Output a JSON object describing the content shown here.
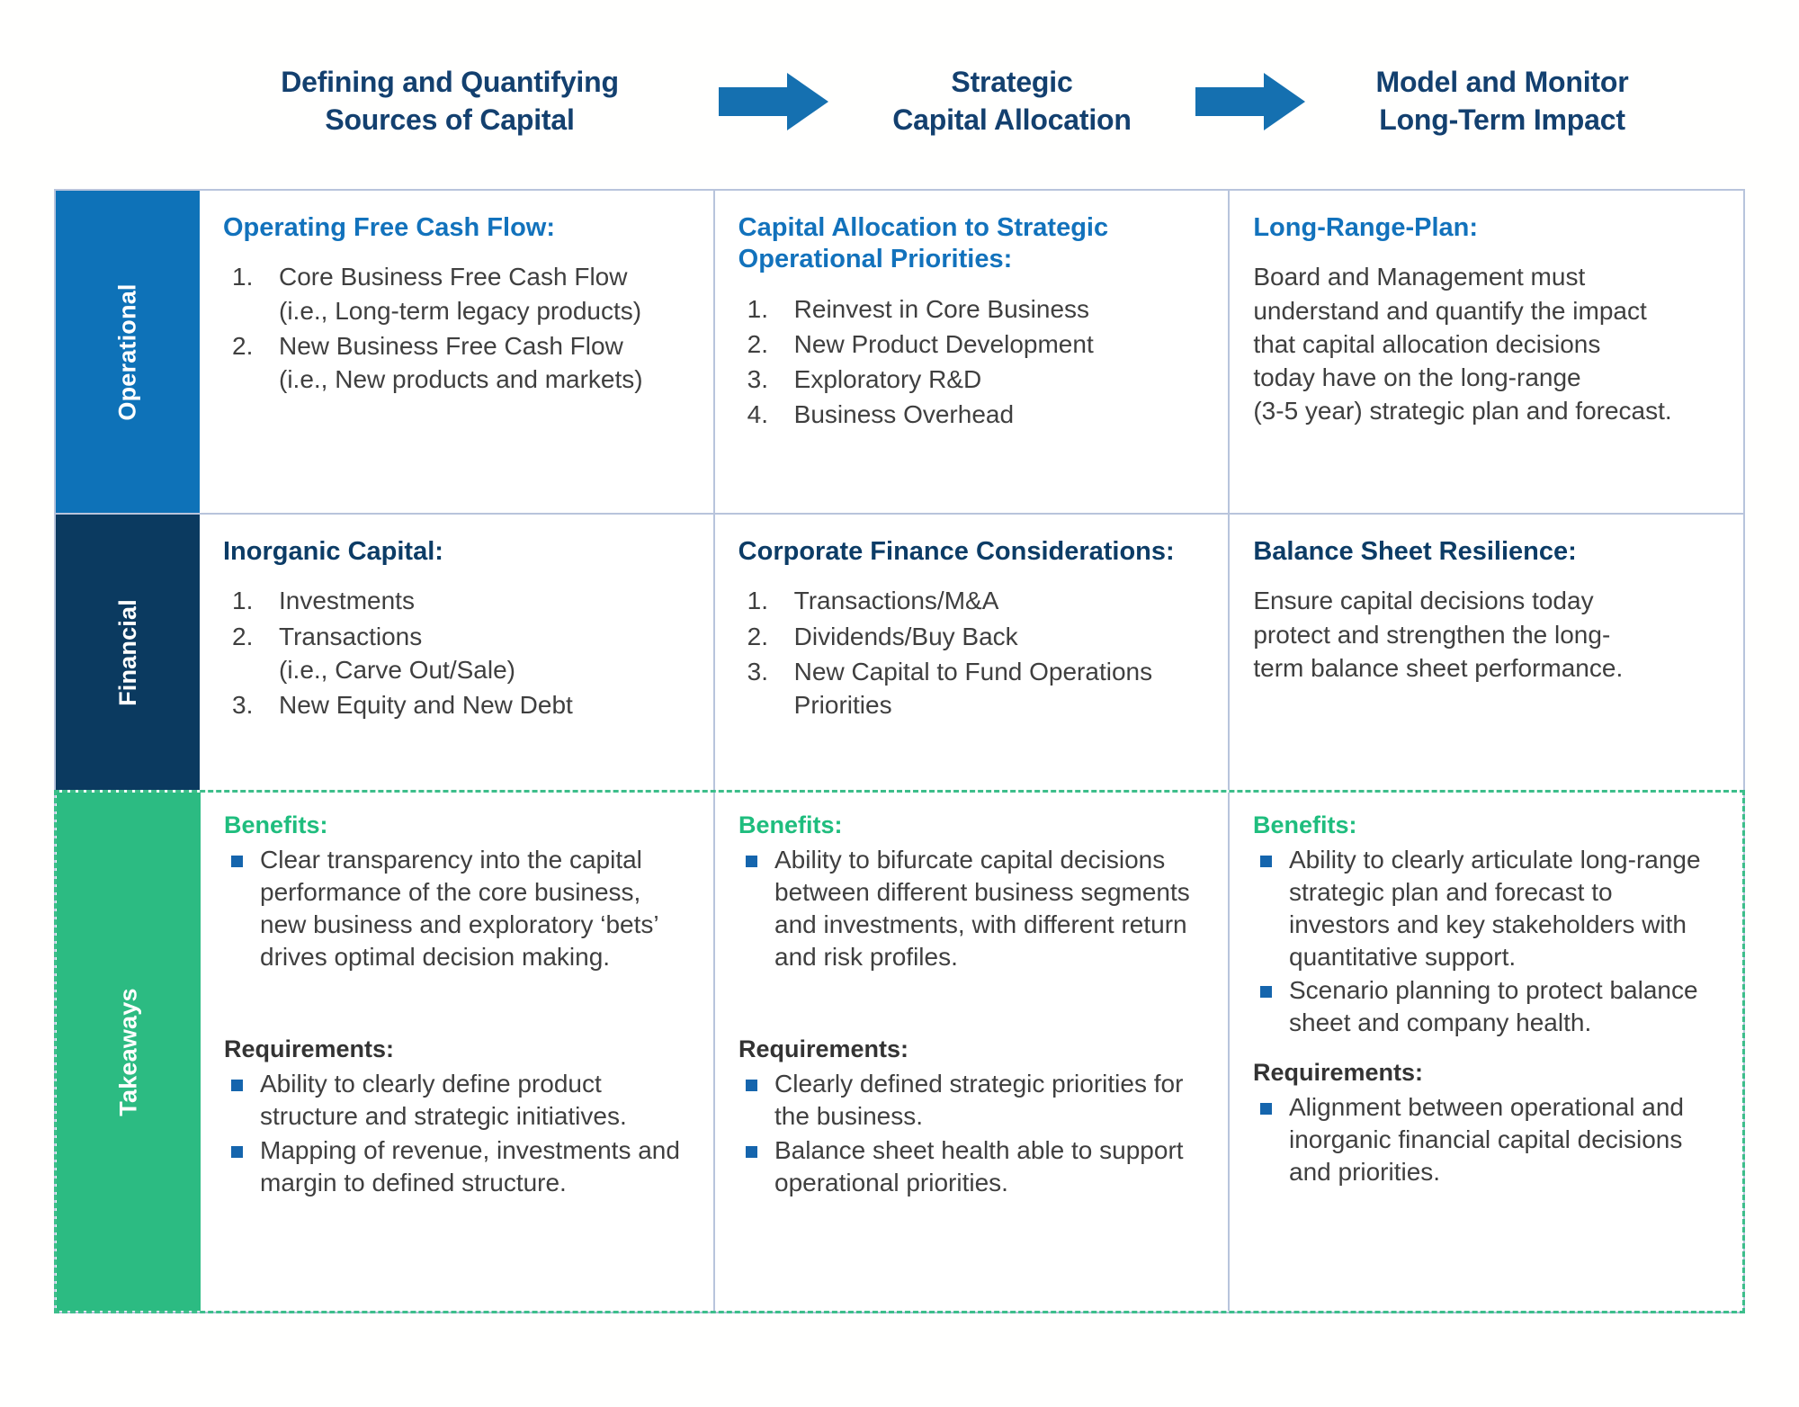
{
  "colors": {
    "header_title": "#13406F",
    "arrow": "#1570B0",
    "row_operational": "#0E72B8",
    "row_financial": "#0B3A60",
    "row_takeaways": "#2CBB82",
    "heading_blue": "#1272BC",
    "heading_navy": "#0C3C66",
    "benefits_green": "#1FBD7E",
    "bullet_square": "#1565AD",
    "table_border": "#B8C4DC",
    "body_text": "#3F3F3F"
  },
  "header": {
    "steps": [
      {
        "title": "Defining and Quantifying\nSources of Capital"
      },
      {
        "title": "Strategic\nCapital Allocation"
      },
      {
        "title": "Model and Monitor\nLong-Term Impact"
      }
    ],
    "arrow_icon": "arrow-right-icon"
  },
  "rows": [
    {
      "label": "Operational",
      "cells": [
        {
          "heading": "Operating Free Cash Flow:",
          "heading_style": "blue",
          "numlist": [
            "Core Business Free Cash Flow\n(i.e., Long-term legacy products)",
            "New Business Free Cash Flow\n(i.e., New products and markets)"
          ]
        },
        {
          "heading": "Capital Allocation to Strategic\nOperational Priorities:",
          "heading_style": "blue",
          "numlist": [
            "Reinvest in Core Business",
            "New Product Development",
            "Exploratory R&D",
            "Business Overhead"
          ]
        },
        {
          "heading": "Long-Range-Plan:",
          "heading_style": "blue",
          "paragraph": "Board and Management must\nunderstand and quantify the impact\nthat capital allocation decisions\ntoday have on the long-range\n(3-5 year) strategic plan and forecast."
        }
      ]
    },
    {
      "label": "Financial",
      "cells": [
        {
          "heading": "Inorganic Capital:",
          "heading_style": "navy",
          "numlist": [
            "Investments",
            "Transactions\n(i.e., Carve Out/Sale)",
            "New Equity and New Debt"
          ]
        },
        {
          "heading": "Corporate Finance Considerations:",
          "heading_style": "navy",
          "numlist": [
            "Transactions/M&A",
            "Dividends/Buy Back",
            "New Capital to Fund Operations\nPriorities"
          ]
        },
        {
          "heading": "Balance Sheet Resilience:",
          "heading_style": "navy",
          "paragraph": "Ensure capital decisions today\nprotect and strengthen the long-\nterm balance sheet performance."
        }
      ]
    },
    {
      "label": "Takeaways",
      "cells": [
        {
          "benefits_label": "Benefits:",
          "benefits": [
            "Clear transparency into the capital performance of the core business, new business and exploratory ‘bets’ drives  optimal decision making."
          ],
          "requirements_label": "Requirements:",
          "requirements": [
            "Ability to clearly define product structure and strategic initiatives.",
            "Mapping of revenue, investments and margin to defined structure."
          ]
        },
        {
          "benefits_label": "Benefits:",
          "benefits": [
            "Ability to bifurcate capital decisions between different business segments and investments, with different return and risk profiles."
          ],
          "requirements_label": "Requirements:",
          "requirements": [
            "Clearly defined strategic priorities for the business.",
            "Balance sheet health able to support operational priorities."
          ]
        },
        {
          "benefits_label": "Benefits:",
          "benefits": [
            "Ability to clearly articulate long-range strategic plan and forecast to investors and key stakeholders with quantitative support.",
            "Scenario planning to protect balance sheet and company health."
          ],
          "requirements_label": "Requirements:",
          "requirements": [
            "Alignment between operational and inorganic financial capital decisions and priorities."
          ]
        }
      ]
    }
  ]
}
